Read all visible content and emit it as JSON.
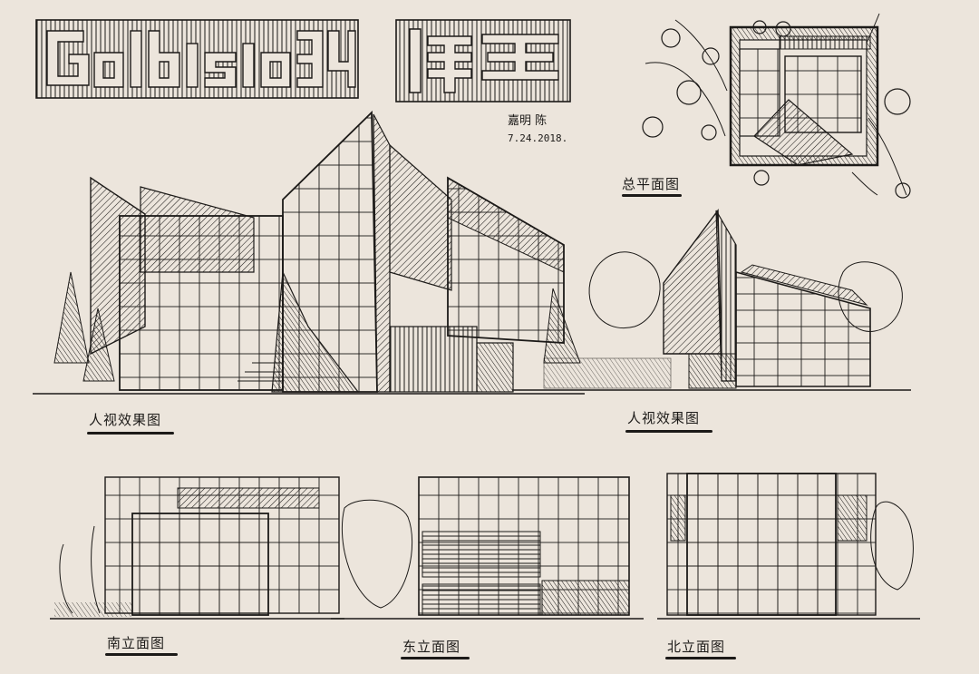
{
  "title": {
    "project_name": "Galbisio 34",
    "chinese_name": "住宅",
    "author": "嘉明 陈",
    "date": "7.24.2018."
  },
  "labels": {
    "site_plan": "总平面图",
    "perspective_1": "人视效果图",
    "perspective_2": "人视效果图",
    "south_elevation": "南立面图",
    "east_elevation": "东立面图",
    "north_elevation": "北立面图"
  },
  "colors": {
    "paper": "#ece5dc",
    "ink": "#1c1a18"
  }
}
